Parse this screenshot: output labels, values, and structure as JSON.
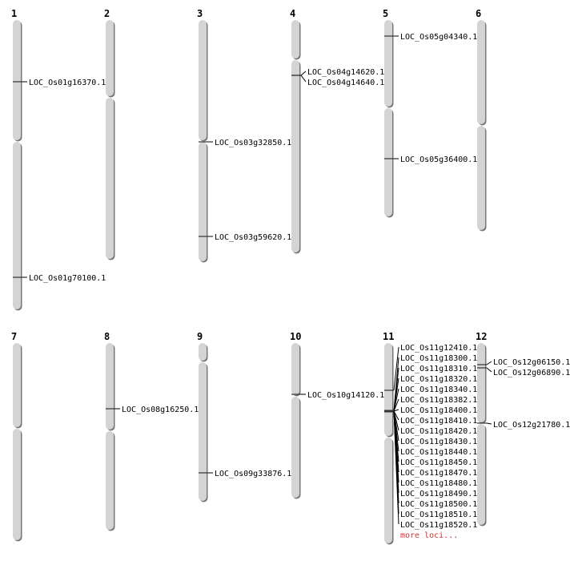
{
  "chromosomes": [
    {
      "label": "1",
      "loci": [
        "LOC_Os01g16370.1",
        "LOC_Os01g70100.1"
      ]
    },
    {
      "label": "2",
      "loci": []
    },
    {
      "label": "3",
      "loci": [
        "LOC_Os03g32850.1",
        "LOC_Os03g59620.1"
      ]
    },
    {
      "label": "4",
      "loci": [
        "LOC_Os04g14620.1",
        "LOC_Os04g14640.1"
      ]
    },
    {
      "label": "5",
      "loci": [
        "LOC_Os05g04340.1",
        "LOC_Os05g36400.1"
      ]
    },
    {
      "label": "6",
      "loci": []
    },
    {
      "label": "7",
      "loci": []
    },
    {
      "label": "8",
      "loci": [
        "LOC_Os08g16250.1"
      ]
    },
    {
      "label": "9",
      "loci": [
        "LOC_Os09g33876.1"
      ]
    },
    {
      "label": "10",
      "loci": [
        "LOC_Os10g14120.1"
      ]
    },
    {
      "label": "11",
      "loci": [
        "LOC_Os11g12410.1",
        "LOC_Os11g18300.1",
        "LOC_Os11g18310.1",
        "LOC_Os11g18320.1",
        "LOC_Os11g18340.1",
        "LOC_Os11g18382.1",
        "LOC_Os11g18400.1",
        "LOC_Os11g18410.1",
        "LOC_Os11g18420.1",
        "LOC_Os11g18430.1",
        "LOC_Os11g18440.1",
        "LOC_Os11g18450.1",
        "LOC_Os11g18470.1",
        "LOC_Os11g18480.1",
        "LOC_Os11g18490.1",
        "LOC_Os11g18500.1",
        "LOC_Os11g18510.1",
        "LOC_Os11g18520.1"
      ],
      "more": "more loci..."
    },
    {
      "label": "12",
      "loci": [
        "LOC_Os12g06150.1",
        "LOC_Os12g06890.1",
        "LOC_Os12g21780.1"
      ]
    }
  ],
  "colors": {
    "chromosome": "#d4d4d4",
    "more": "#d03030"
  }
}
